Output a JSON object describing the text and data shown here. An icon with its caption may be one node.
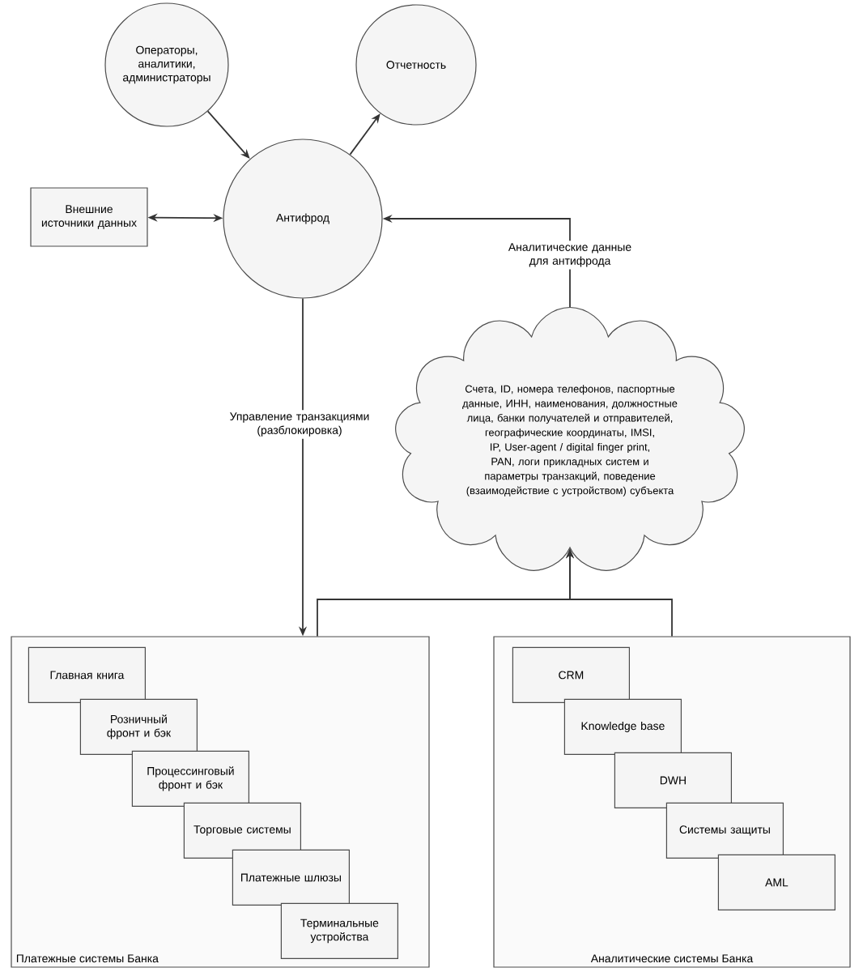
{
  "diagram": {
    "nodes": [
      {
        "text": [
          "Операторы, аналитики, администраторы"
        ]
      },
      {
        "text": [
          "Отчетность"
        ]
      },
      {
        "text": [
          "Внешние источники данных"
        ]
      },
      {
        "text": [
          "Антифрод"
        ]
      },
      {
        "text": [
          "Счета, ID, номера телефонов, паспортные данные, ИНН, наименования, должностные лица, банки получателей и отправителей, географические координаты, IMSI, IP, User-agent / digital finger print, PAN, логи прикладных систем и параметры транзакций, поведение (взаимодействие с устройством) субъекта"
        ]
      },
      {
        "text": [
          "Платежные системы Банка"
        ]
      },
      {
        "text": [
          "Главная книга"
        ],
        "in": 5
      },
      {
        "text": [
          "Розничный фронт и бэк"
        ],
        "in": 5
      },
      {
        "text": [
          "Процессинговый фронт и бэк"
        ],
        "in": 5
      },
      {
        "text": [
          "Торговые системы"
        ],
        "in": 5
      },
      {
        "text": [
          "Платежные шлюзы"
        ],
        "in": 5
      },
      {
        "text": [
          "Терминальные устройства"
        ],
        "in": 5
      },
      {
        "text": [
          "Аналитические системы Банка"
        ]
      },
      {
        "text": [
          "CRM"
        ],
        "in": 12
      },
      {
        "text": [
          "Knowledge base"
        ],
        "in": 12
      },
      {
        "text": [
          "DWH"
        ],
        "in": 12
      },
      {
        "text": [
          "Системы защиты"
        ],
        "in": 12
      },
      {
        "text": [
          "AML"
        ],
        "in": 12
      }
    ],
    "edges": [
      {
        "from": 0,
        "to": 3,
        "arrow": "to"
      },
      {
        "from": 3,
        "to": 1,
        "arrow": "to"
      },
      {
        "from": 2,
        "to": 3,
        "arrow": "both"
      },
      {
        "from": 4,
        "to": 3,
        "arrow": "to",
        "label": "Аналитические данные для антифрода"
      },
      {
        "from": 3,
        "to": 5,
        "arrow": "to",
        "label": "Управление транзакциями (разблокировка)"
      },
      {
        "from": 5,
        "to": 4,
        "arrow": "to"
      },
      {
        "from": 12,
        "to": 4,
        "arrow": "to"
      }
    ]
  }
}
